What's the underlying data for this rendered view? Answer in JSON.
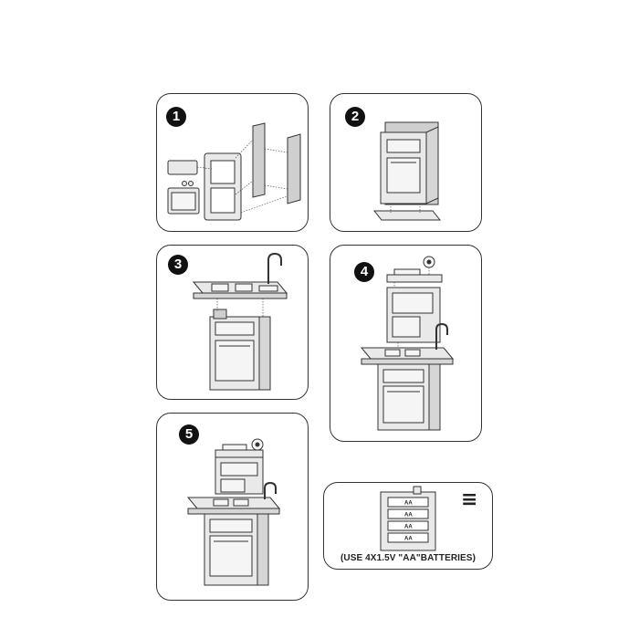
{
  "steps": [
    {
      "number": "1"
    },
    {
      "number": "2"
    },
    {
      "number": "3"
    },
    {
      "number": "4"
    },
    {
      "number": "5"
    }
  ],
  "battery": {
    "caption": "(USE 4X1.5V \"AA\"BATTERIES)",
    "cell_label": "AA",
    "equals_symbol": "≡"
  },
  "colors": {
    "outline": "#333333",
    "part_fill": "#e9e9e9",
    "part_shade": "#cfcfcf",
    "badge": "#111111"
  }
}
